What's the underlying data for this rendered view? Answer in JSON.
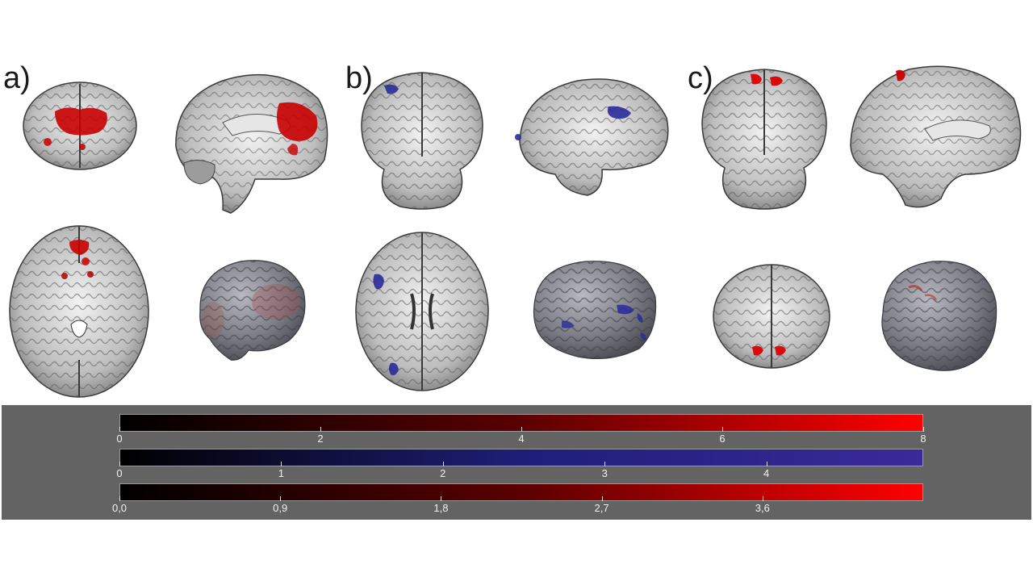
{
  "panels": [
    {
      "label": "a)"
    },
    {
      "label": "b)"
    },
    {
      "label": "c)"
    }
  ],
  "colors": {
    "activation_red": "#c80000",
    "activation_blue": "#2a2a9a",
    "legend_background": "#636363"
  },
  "colorbars": [
    {
      "name": "red-scale-a",
      "gradient": [
        "#000000",
        "#5a0000",
        "#ff0000"
      ],
      "range": [
        0,
        8
      ],
      "ticks": [
        {
          "value": 0,
          "label": "0"
        },
        {
          "value": 2,
          "label": "2"
        },
        {
          "value": 4,
          "label": "4"
        },
        {
          "value": 6,
          "label": "6"
        },
        {
          "value": 8,
          "label": "8"
        }
      ]
    },
    {
      "name": "blue-scale-b",
      "gradient": [
        "#000000",
        "#1e1e78",
        "#3a2a9a"
      ],
      "range": [
        0,
        4.97
      ],
      "ticks": [
        {
          "value": 0,
          "label": "0"
        },
        {
          "value": 1,
          "label": "1"
        },
        {
          "value": 2,
          "label": "2"
        },
        {
          "value": 3,
          "label": "3"
        },
        {
          "value": 4,
          "label": "4"
        }
      ]
    },
    {
      "name": "red-scale-c",
      "gradient": [
        "#000000",
        "#5a0000",
        "#ff0000"
      ],
      "range": [
        0,
        4.5
      ],
      "ticks": [
        {
          "value": 0.0,
          "label": "0,0"
        },
        {
          "value": 0.9,
          "label": "0,9"
        },
        {
          "value": 1.8,
          "label": "1,8"
        },
        {
          "value": 2.7,
          "label": "2,7"
        },
        {
          "value": 3.6,
          "label": "3,6"
        }
      ]
    }
  ]
}
